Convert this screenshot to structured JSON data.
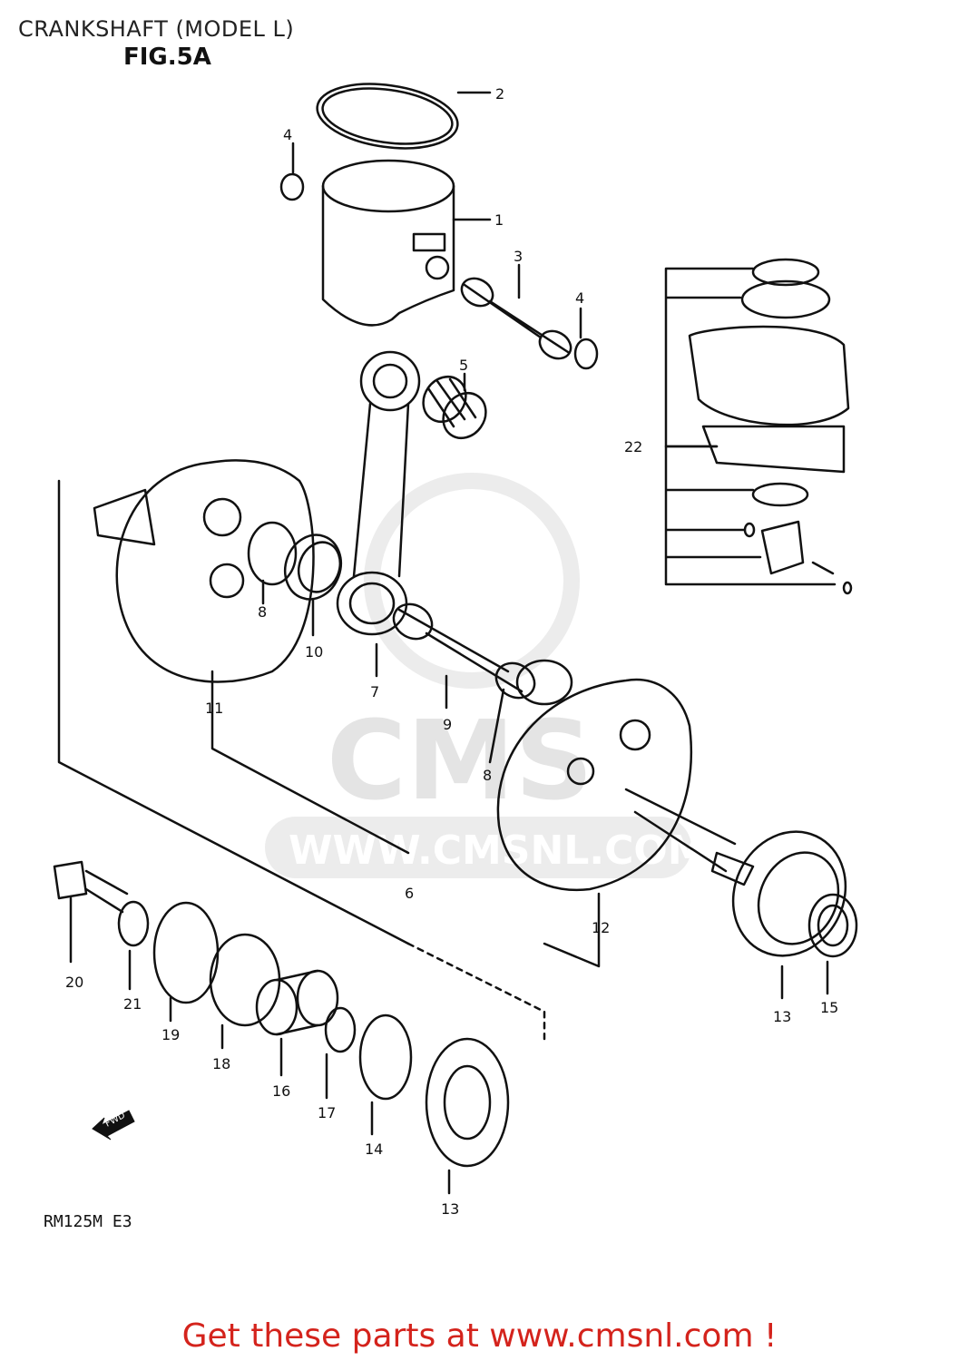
{
  "header": {
    "title": "CRANKSHAFT (MODEL L)",
    "figure": "FIG.5A"
  },
  "footer": {
    "model_code": "RM125M  E3",
    "cta": "Get these parts at www.cmsnl.com !"
  },
  "watermark": {
    "brand": "CMS",
    "url": "WWW.CMSNL.COM"
  },
  "direction_marker": "FWD",
  "callouts": [
    "1",
    "2",
    "3",
    "4",
    "4",
    "5",
    "6",
    "7",
    "8",
    "8",
    "9",
    "10",
    "11",
    "12",
    "13",
    "13",
    "14",
    "15",
    "16",
    "17",
    "18",
    "19",
    "20",
    "21",
    "22"
  ],
  "colors": {
    "line": "#111111",
    "cta": "#d4231c",
    "watermark": "#e4e4e4"
  }
}
